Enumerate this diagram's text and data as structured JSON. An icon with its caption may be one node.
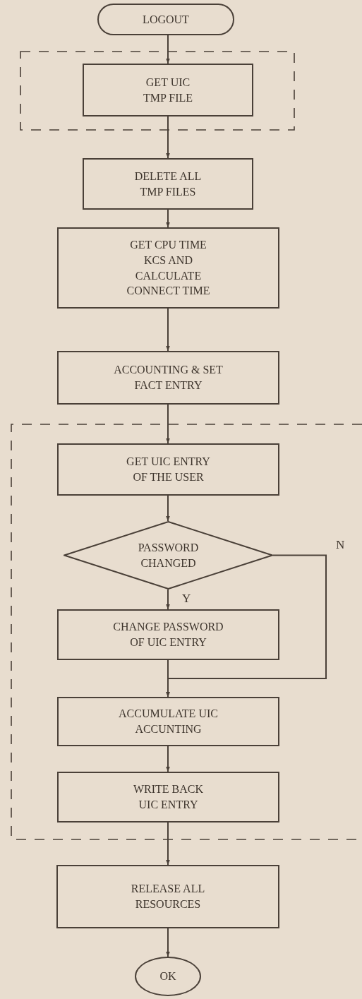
{
  "diagram": {
    "nodes": [
      {
        "text": [
          "LOGOUT"
        ]
      },
      {
        "text": [],
        "shape": "box"
      },
      {
        "text": [
          "GET UIC TMP FILE"
        ],
        "in": 1
      },
      {
        "text": [
          "DELETE ALL TMP FILES"
        ]
      },
      {
        "text": [
          "GET CPU TIME KCS AND CALCULATE CONNECT TIME"
        ]
      },
      {
        "text": [
          "ACCOUNTING & SET FACT ENTRY"
        ]
      },
      {
        "text": [],
        "shape": "box"
      },
      {
        "text": [
          "GET UIC ENTRY OF THE USER"
        ],
        "in": 6
      },
      {
        "text": [
          "PASSWORD CHANGED"
        ],
        "in": 6
      },
      {
        "text": [
          "CHANGE PASSWORD OF UIC ENTRY"
        ],
        "in": 6
      },
      {
        "text": [
          "ACCUMULATE UIC ACCUNTING"
        ],
        "in": 6
      },
      {
        "text": [
          "WRITE BACK UIC ENTRY"
        ],
        "in": 6
      },
      {
        "text": [
          "RELEASE ALL RESOURCES"
        ]
      },
      {
        "text": [
          "OK"
        ]
      }
    ],
    "edges": [
      {
        "from": 0,
        "to": 2,
        "arrow": "to"
      },
      {
        "from": 2,
        "to": 3,
        "arrow": "to"
      },
      {
        "from": 3,
        "to": 4,
        "arrow": "to"
      },
      {
        "from": 4,
        "to": 5,
        "arrow": "to"
      },
      {
        "from": 5,
        "to": 7,
        "arrow": "to"
      },
      {
        "from": 7,
        "to": 8,
        "arrow": "to"
      },
      {
        "from": 8,
        "to": 9,
        "arrow": "to",
        "label": "Y"
      },
      {
        "from": 8,
        "to": 10,
        "arrow": "to",
        "label": "N"
      },
      {
        "from": 9,
        "to": 10,
        "arrow": "to"
      },
      {
        "from": 10,
        "to": 11,
        "arrow": "to"
      },
      {
        "from": 11,
        "to": 12,
        "arrow": "to"
      },
      {
        "from": 12,
        "to": 13,
        "arrow": "to"
      }
    ]
  }
}
